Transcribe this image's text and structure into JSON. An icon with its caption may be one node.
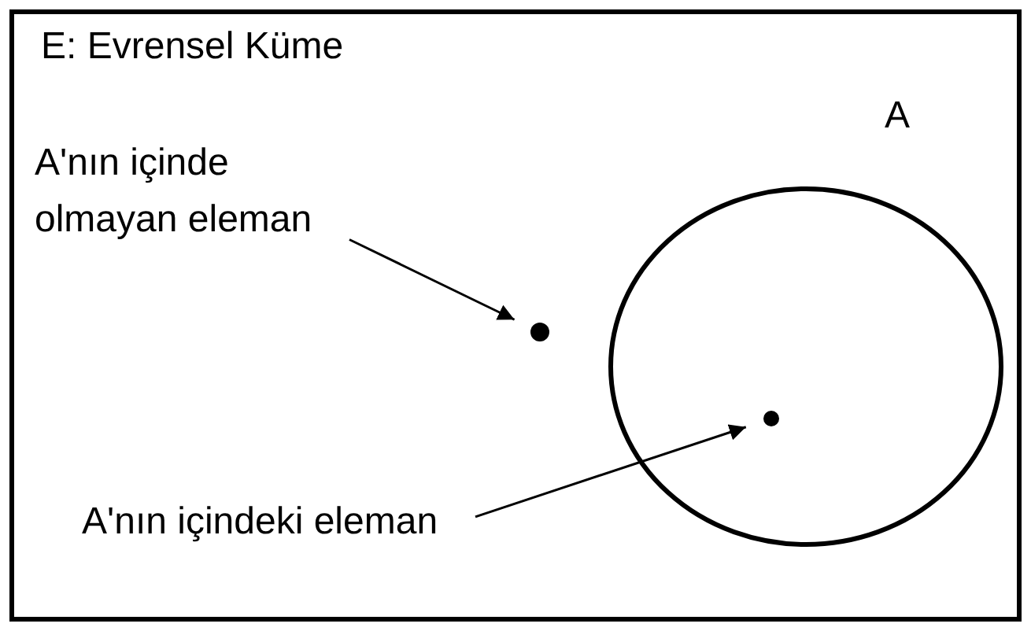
{
  "diagram": {
    "nodes": [
      {
        "text": [
          "E: Evrensel Küme"
        ]
      },
      {
        "text": [
          "A"
        ],
        "in": 0
      },
      {
        "text": [
          "A'nın içinde olmayan eleman"
        ],
        "in": 0
      },
      {
        "text": [],
        "shape": "circle",
        "in": 0
      },
      {
        "text": [],
        "shape": "circle",
        "in": 1
      },
      {
        "text": [
          "A'nın içindeki eleman"
        ],
        "in": 0
      }
    ],
    "edges": [
      {
        "from": 2,
        "to": 3,
        "arrow": "to"
      },
      {
        "from": 5,
        "to": 4,
        "arrow": "to"
      }
    ]
  }
}
